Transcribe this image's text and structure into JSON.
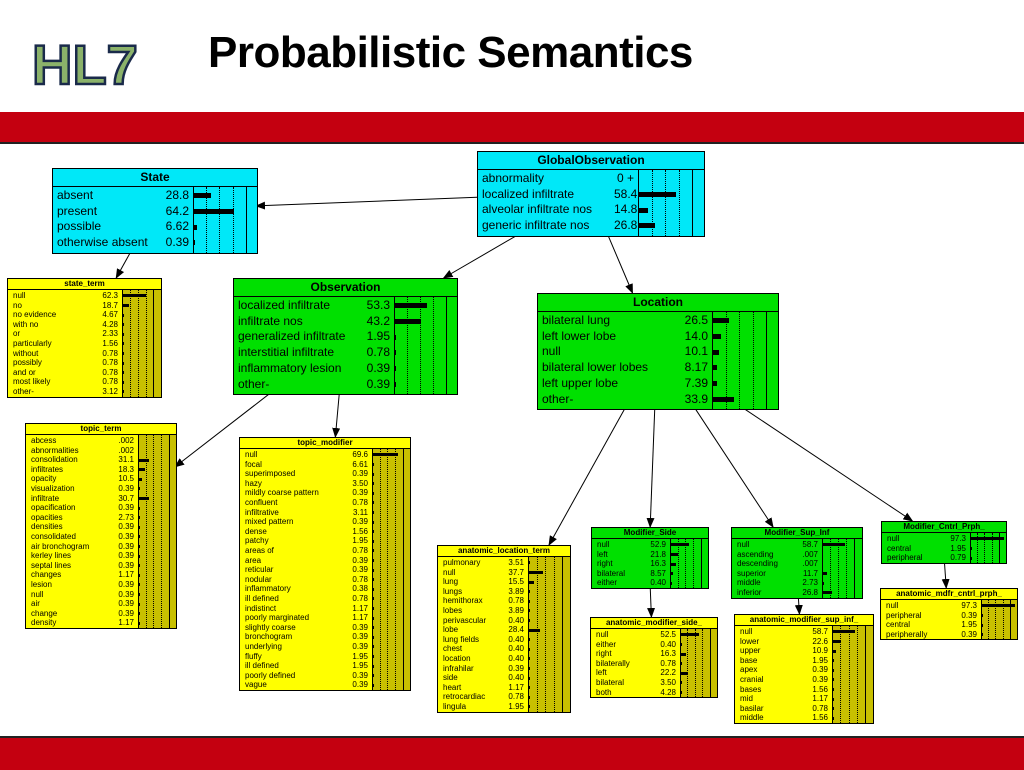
{
  "header": {
    "logo_text": "HL7",
    "title": "Probabilistic Semantics"
  },
  "colors": {
    "band": "#c40010",
    "cyan": "#00e8f8",
    "green": "#00e000",
    "yellow": "#ffff00",
    "olive": "#c8c000"
  },
  "nodes": [
    {
      "id": "global-observation",
      "title": "GlobalObservation",
      "color": "cyan",
      "size": "large",
      "rows": [
        [
          "abnormality",
          "0 +",
          0
        ],
        [
          "localized infiltrate",
          "58.4",
          58.4
        ],
        [
          "alveolar infiltrate nos",
          "14.8",
          14.8
        ],
        [
          "generic infiltrate nos",
          "26.8",
          26.8
        ]
      ]
    },
    {
      "id": "state",
      "title": "State",
      "color": "cyan",
      "size": "large",
      "rows": [
        [
          "absent",
          "28.8",
          28.8
        ],
        [
          "present",
          "64.2",
          64.2
        ],
        [
          "possible",
          "6.62",
          6.62
        ],
        [
          "otherwise absent",
          "0.39",
          0.39
        ]
      ]
    },
    {
      "id": "observation",
      "title": "Observation",
      "color": "green",
      "size": "large",
      "rows": [
        [
          "localized infiltrate",
          "53.3",
          53.3
        ],
        [
          "infiltrate nos",
          "43.2",
          43.2
        ],
        [
          "generalized infiltrate",
          "1.95",
          1.95
        ],
        [
          "interstitial infiltrate",
          "0.78",
          0.78
        ],
        [
          "inflammatory lesion",
          "0.39",
          0.39
        ],
        [
          "other-",
          "0.39",
          0.39
        ]
      ]
    },
    {
      "id": "location",
      "title": "Location",
      "color": "green",
      "size": "large",
      "rows": [
        [
          "bilateral lung",
          "26.5",
          26.5
        ],
        [
          "left lower lobe",
          "14.0",
          14.0
        ],
        [
          "null",
          "10.1",
          10.1
        ],
        [
          "bilateral lower lobes",
          "8.17",
          8.17
        ],
        [
          "left upper lobe",
          "7.39",
          7.39
        ],
        [
          "other-",
          "33.9",
          33.9
        ]
      ]
    },
    {
      "id": "state-term",
      "title": "state_term",
      "color": "yellow",
      "size": "small",
      "rows": [
        [
          "null",
          "62.3",
          62.3
        ],
        [
          "no",
          "18.7",
          18.7
        ],
        [
          "no evidence",
          "4.67",
          4.67
        ],
        [
          "with no",
          "4.28",
          4.28
        ],
        [
          "or",
          "2.33",
          2.33
        ],
        [
          "particularly",
          "1.56",
          1.56
        ],
        [
          "without",
          "0.78",
          0.78
        ],
        [
          "possibly",
          "0.78",
          0.78
        ],
        [
          "and or",
          "0.78",
          0.78
        ],
        [
          "most likely",
          "0.78",
          0.78
        ],
        [
          "other-",
          "3.12",
          3.12
        ]
      ]
    },
    {
      "id": "topic-term",
      "title": "topic_term",
      "color": "yellow",
      "size": "small",
      "rows": [
        [
          "abcess",
          ".002",
          0
        ],
        [
          "abnormalities",
          ".002",
          0
        ],
        [
          "consolidation",
          "31.1",
          31.1
        ],
        [
          "infiltrates",
          "18.3",
          18.3
        ],
        [
          "opacity",
          "10.5",
          10.5
        ],
        [
          "visualization",
          "0.39",
          0.39
        ],
        [
          "infiltrate",
          "30.7",
          30.7
        ],
        [
          "opacification",
          "0.39",
          0.39
        ],
        [
          "opacities",
          "2.73",
          2.73
        ],
        [
          "densities",
          "0.39",
          0.39
        ],
        [
          "consolidated",
          "0.39",
          0.39
        ],
        [
          "air bronchogram",
          "0.39",
          0.39
        ],
        [
          "kerley lines",
          "0.39",
          0.39
        ],
        [
          "septal lines",
          "0.39",
          0.39
        ],
        [
          "changes",
          "1.17",
          1.17
        ],
        [
          "lesion",
          "0.39",
          0.39
        ],
        [
          "null",
          "0.39",
          0.39
        ],
        [
          "air",
          "0.39",
          0.39
        ],
        [
          "change",
          "0.39",
          0.39
        ],
        [
          "density",
          "1.17",
          1.17
        ]
      ]
    },
    {
      "id": "topic-modifier",
      "title": "topic_modifier",
      "color": "yellow",
      "size": "small",
      "rows": [
        [
          "null",
          "69.6",
          69.6
        ],
        [
          "focal",
          "6.61",
          6.61
        ],
        [
          "superimposed",
          "0.39",
          0.39
        ],
        [
          "hazy",
          "3.50",
          3.5
        ],
        [
          "mildly coarse pattern",
          "0.39",
          0.39
        ],
        [
          "confluent",
          "0.78",
          0.78
        ],
        [
          "infiltrative",
          "3.11",
          3.11
        ],
        [
          "mixed pattern",
          "0.39",
          0.39
        ],
        [
          "dense",
          "1.56",
          1.56
        ],
        [
          "patchy",
          "1.95",
          1.95
        ],
        [
          "areas of",
          "0.78",
          0.78
        ],
        [
          "area",
          "0.39",
          0.39
        ],
        [
          "reticular",
          "0.39",
          0.39
        ],
        [
          "nodular",
          "0.78",
          0.78
        ],
        [
          "inflammatory",
          "0.38",
          0.38
        ],
        [
          "ill defined",
          "0.78",
          0.78
        ],
        [
          "indistinct",
          "1.17",
          1.17
        ],
        [
          "poorly marginated",
          "1.17",
          1.17
        ],
        [
          "slightly coarse",
          "0.39",
          0.39
        ],
        [
          "bronchogram",
          "0.39",
          0.39
        ],
        [
          "underlying",
          "0.39",
          0.39
        ],
        [
          "fluffy",
          "1.95",
          1.95
        ],
        [
          "ill defined",
          "1.95",
          1.95
        ],
        [
          "poorly defined",
          "0.39",
          0.39
        ],
        [
          "vague",
          "0.39",
          0.39
        ]
      ]
    },
    {
      "id": "anatomic-location-term",
      "title": "anatomic_location_term",
      "color": "yellow",
      "size": "small",
      "rows": [
        [
          "pulmonary",
          "3.51",
          3.51
        ],
        [
          "null",
          "37.7",
          37.7
        ],
        [
          "lung",
          "15.5",
          15.5
        ],
        [
          "lungs",
          "3.89",
          3.89
        ],
        [
          "hemithorax",
          "0.78",
          0.78
        ],
        [
          "lobes",
          "3.89",
          3.89
        ],
        [
          "perivascular",
          "0.40",
          0.4
        ],
        [
          "lobe",
          "28.4",
          28.4
        ],
        [
          "lung fields",
          "0.40",
          0.4
        ],
        [
          "chest",
          "0.40",
          0.4
        ],
        [
          "location",
          "0.40",
          0.4
        ],
        [
          "infrahilar",
          "0.39",
          0.39
        ],
        [
          "side",
          "0.40",
          0.4
        ],
        [
          "heart",
          "1.17",
          1.17
        ],
        [
          "retrocardiac",
          "0.78",
          0.78
        ],
        [
          "lingula",
          "1.95",
          1.95
        ]
      ]
    },
    {
      "id": "modifier-side",
      "title": "Modifier_Side",
      "color": "green",
      "size": "small",
      "rows": [
        [
          "null",
          "52.9",
          52.9
        ],
        [
          "left",
          "21.8",
          21.8
        ],
        [
          "right",
          "16.3",
          16.3
        ],
        [
          "bilateral",
          "8.57",
          8.57
        ],
        [
          "either",
          "0.40",
          0.4
        ]
      ]
    },
    {
      "id": "modifier-sup-inf",
      "title": "Modifier_Sup_Inf",
      "color": "green",
      "size": "small",
      "rows": [
        [
          "null",
          "58.7",
          58.7
        ],
        [
          "ascending",
          ".007",
          0
        ],
        [
          "descending",
          ".007",
          0
        ],
        [
          "superior",
          "11.7",
          11.7
        ],
        [
          "middle",
          "2.73",
          2.73
        ],
        [
          "inferior",
          "26.8",
          26.8
        ]
      ]
    },
    {
      "id": "modifier-cntrl-prph",
      "title": "Modifier_Cntrl_Prph_",
      "color": "green",
      "size": "small",
      "rows": [
        [
          "null",
          "97.3",
          97.3
        ],
        [
          "central",
          "1.95",
          1.95
        ],
        [
          "peripheral",
          "0.79",
          0.79
        ]
      ]
    },
    {
      "id": "anatomic-modifier-side",
      "title": "anatomic_modifier_side_",
      "color": "yellow",
      "size": "small",
      "rows": [
        [
          "null",
          "52.5",
          52.5
        ],
        [
          "either",
          "0.40",
          0.4
        ],
        [
          "right",
          "16.3",
          16.3
        ],
        [
          "bilaterally",
          "0.78",
          0.78
        ],
        [
          "left",
          "22.2",
          22.2
        ],
        [
          "bilateral",
          "3.50",
          3.5
        ],
        [
          "both",
          "4.28",
          4.28
        ]
      ]
    },
    {
      "id": "anatomic-modifier-sup-inf",
      "title": "anatomic_modifier_sup_inf_",
      "color": "yellow",
      "size": "small",
      "rows": [
        [
          "null",
          "58.7",
          58.7
        ],
        [
          "lower",
          "22.6",
          22.6
        ],
        [
          "upper",
          "10.9",
          10.9
        ],
        [
          "base",
          "1.95",
          1.95
        ],
        [
          "apex",
          "0.39",
          0.39
        ],
        [
          "cranial",
          "0.39",
          0.39
        ],
        [
          "bases",
          "1.56",
          1.56
        ],
        [
          "mid",
          "1.17",
          1.17
        ],
        [
          "basilar",
          "0.78",
          0.78
        ],
        [
          "middle",
          "1.56",
          1.56
        ]
      ]
    },
    {
      "id": "anatomic-mdfr-cntrl-prph",
      "title": "anatomic_mdfr_cntrl_prph_",
      "color": "yellow",
      "size": "small",
      "rows": [
        [
          "null",
          "97.3",
          97.3
        ],
        [
          "peripheral",
          "0.39",
          0.39
        ],
        [
          "central",
          "1.95",
          1.95
        ],
        [
          "peripherally",
          "0.39",
          0.39
        ]
      ]
    }
  ],
  "edges": [
    [
      "global-observation",
      "state"
    ],
    [
      "global-observation",
      "observation"
    ],
    [
      "global-observation",
      "location"
    ],
    [
      "state",
      "state-term"
    ],
    [
      "observation",
      "topic-term"
    ],
    [
      "observation",
      "topic-modifier"
    ],
    [
      "location",
      "anatomic-location-term"
    ],
    [
      "location",
      "modifier-side"
    ],
    [
      "location",
      "modifier-sup-inf"
    ],
    [
      "location",
      "modifier-cntrl-prph"
    ],
    [
      "modifier-side",
      "anatomic-modifier-side"
    ],
    [
      "modifier-sup-inf",
      "anatomic-modifier-sup-inf"
    ],
    [
      "modifier-cntrl-prph",
      "anatomic-mdfr-cntrl-prph"
    ]
  ]
}
